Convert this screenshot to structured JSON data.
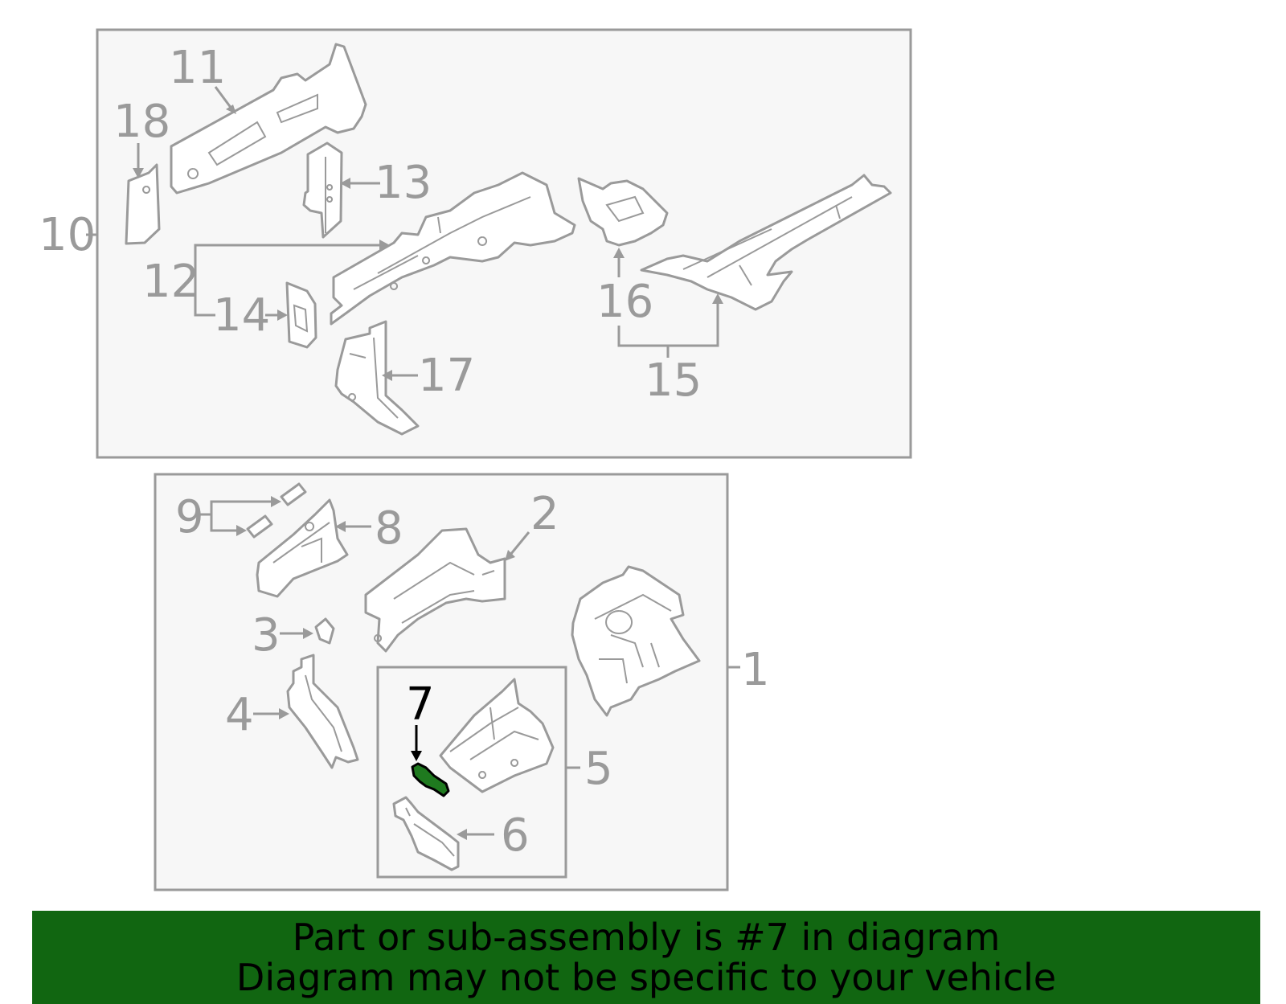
{
  "callouts": {
    "c1": "1",
    "c2": "2",
    "c3": "3",
    "c4": "4",
    "c5": "5",
    "c6": "6",
    "c7": "7",
    "c8": "8",
    "c9": "9",
    "c10": "10",
    "c11": "11",
    "c12": "12",
    "c13": "13",
    "c14": "14",
    "c15": "15",
    "c16": "16",
    "c17": "17",
    "c18": "18"
  },
  "highlighted_part": "7",
  "colors": {
    "banner_bg": "#116611",
    "highlight_part": "#1f7a1f",
    "line_gray": "#9a9a9a",
    "panel_bg": "#f7f7f7"
  },
  "banner": {
    "line1": "Part or sub-assembly is #7 in diagram",
    "line2": "Diagram may not be specific to your vehicle"
  }
}
